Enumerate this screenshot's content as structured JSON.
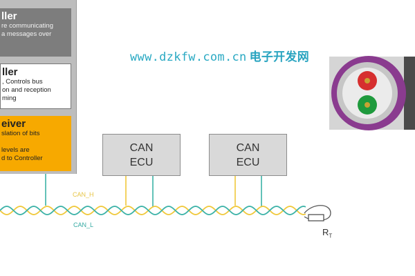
{
  "watermark": {
    "url": "www.dzkfw.com.cn",
    "cn": "电子开发网"
  },
  "layers": [
    {
      "title": "ller",
      "lines": [
        "re communicating",
        "a messages over"
      ]
    },
    {
      "title": "ller",
      "lines": [
        ", Controls bus",
        "on and reception",
        "ming"
      ]
    },
    {
      "title": "eiver",
      "lines": [
        "slation of bits",
        "",
        "levels are",
        "d to Controller"
      ]
    }
  ],
  "ecus": [
    {
      "line1": "CAN",
      "line2": "ECU"
    },
    {
      "line1": "CAN",
      "line2": "ECU"
    }
  ],
  "bus": {
    "high_label": "CAN_H",
    "low_label": "CAN_L",
    "high_color": "#f0c83a",
    "low_color": "#3bb2a7",
    "terminator": {
      "label": "R",
      "subscript": "T"
    }
  },
  "photo": {
    "cable_color": "#8a3b8f",
    "top_conductor_color": "#d62f2f",
    "bottom_conductor_color": "#1f9a3d"
  }
}
